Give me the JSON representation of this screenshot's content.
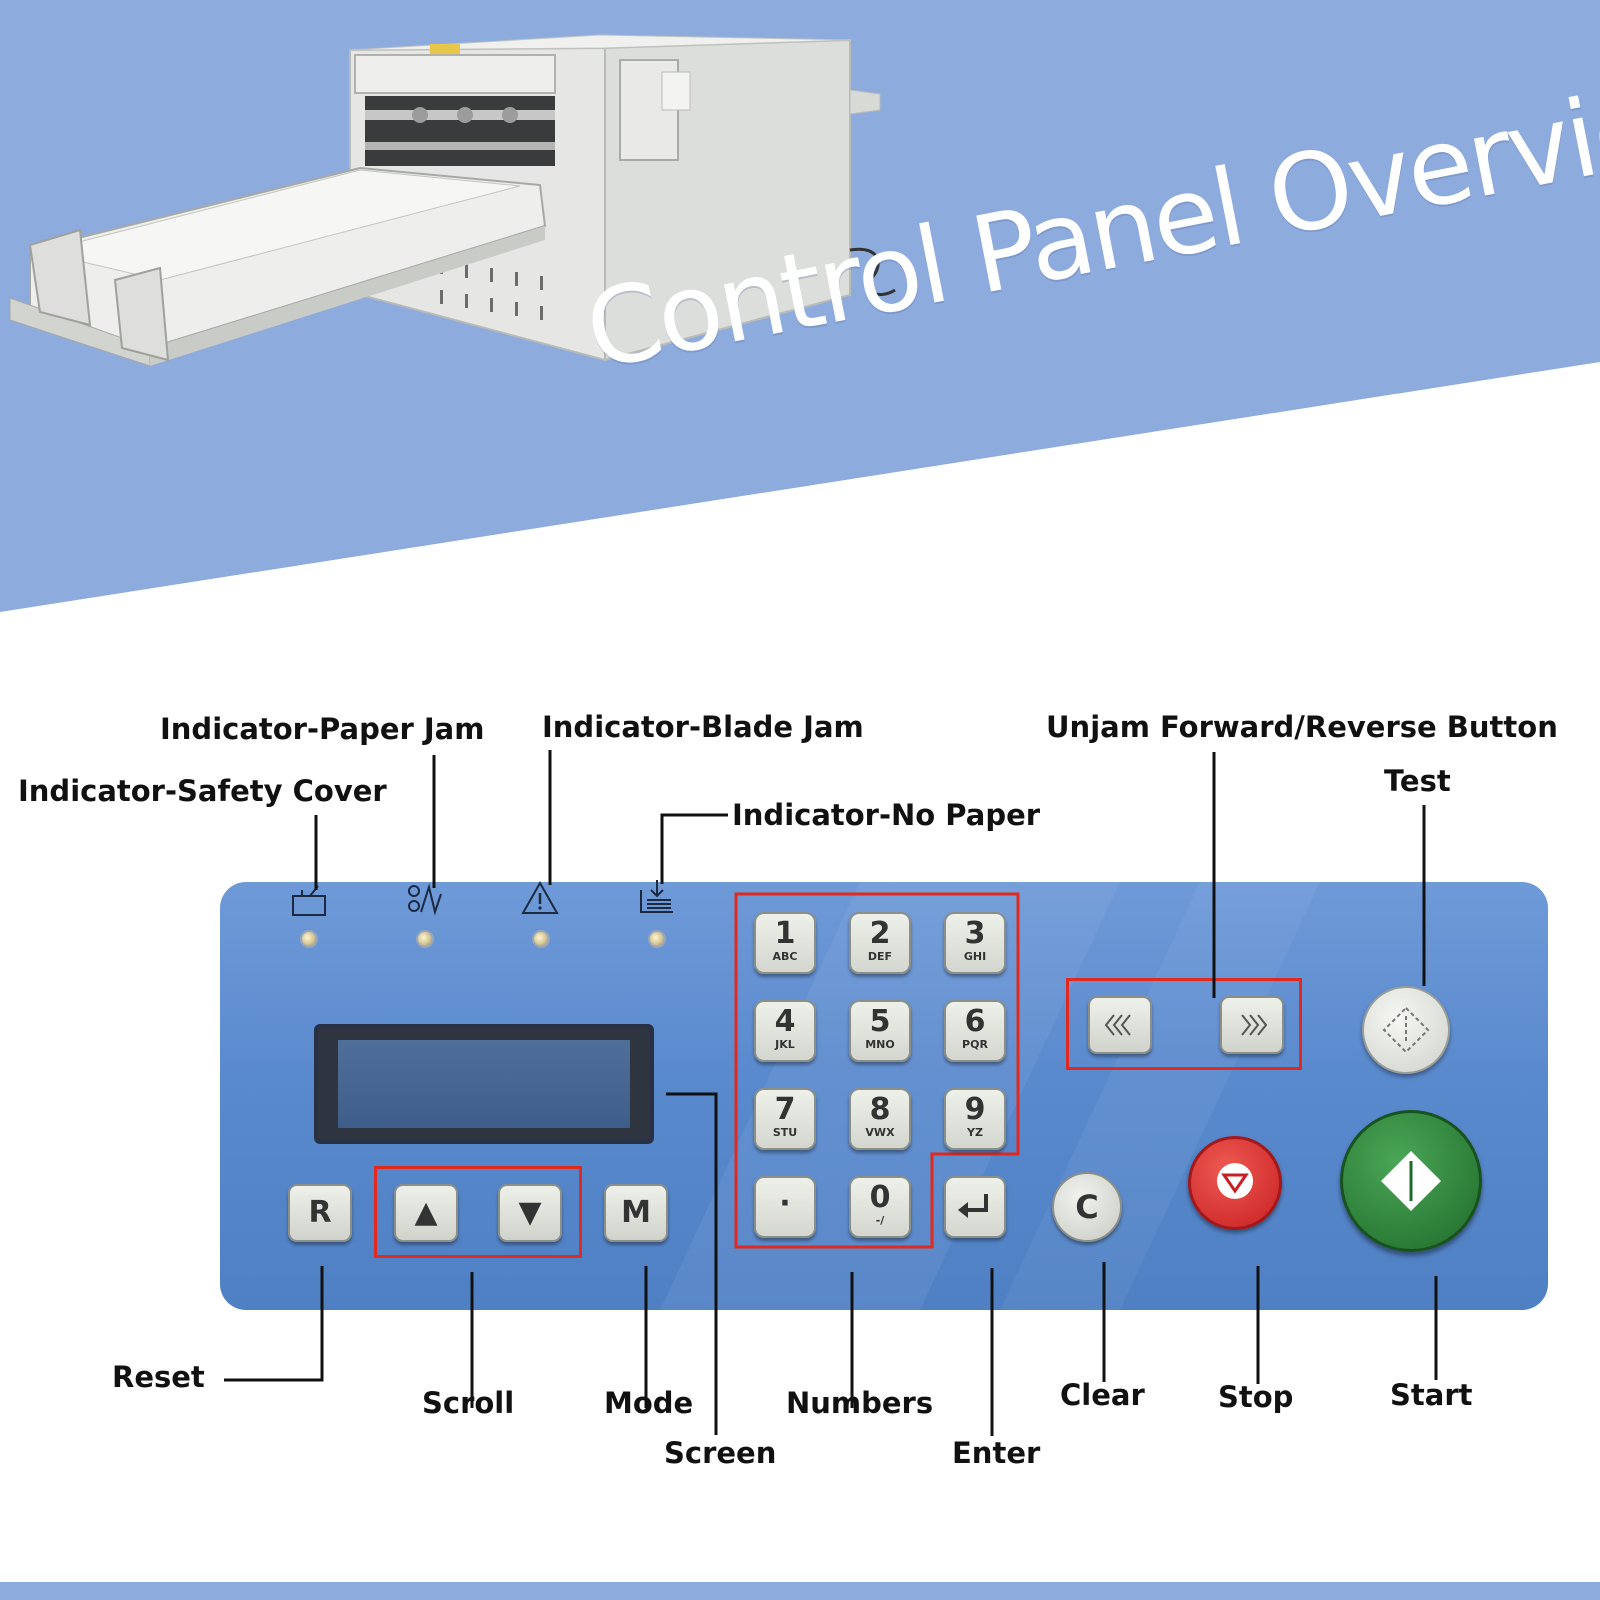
{
  "banner": {
    "title": "Control Panel Overview",
    "colors": {
      "sky": "#8eabde",
      "title": "#ffffff"
    }
  },
  "panel": {
    "colors": {
      "panel": "#5b8bcf",
      "highlight_box": "#e02a1f",
      "stop": "#d9262a",
      "start": "#2f8a3a"
    },
    "indicator_icons": [
      "safety-cover-icon",
      "paper-jam-icon",
      "warning-triangle-icon",
      "no-paper-icon"
    ],
    "keypad": [
      {
        "digit": "1",
        "sub": "ABC"
      },
      {
        "digit": "2",
        "sub": "DEF"
      },
      {
        "digit": "3",
        "sub": "GHI"
      },
      {
        "digit": "4",
        "sub": "JKL"
      },
      {
        "digit": "5",
        "sub": "MNO"
      },
      {
        "digit": "6",
        "sub": "PQR"
      },
      {
        "digit": "7",
        "sub": "STU"
      },
      {
        "digit": "8",
        "sub": "VWX"
      },
      {
        "digit": "9",
        "sub": "YZ"
      }
    ],
    "dot_key": "·",
    "zero_key": {
      "digit": "0",
      "sub": "-/"
    },
    "reset_key": "R",
    "mode_key": "M",
    "clear_key": "C",
    "up_key": "▲",
    "down_key": "▼"
  },
  "labels": {
    "paper_jam": "Indicator-Paper Jam",
    "blade_jam": "Indicator-Blade Jam",
    "unjam": "Unjam Forward/Reverse Button",
    "safety_cover": "Indicator-Safety Cover",
    "test": "Test",
    "no_paper": "Indicator-No Paper",
    "reset": "Reset",
    "scroll": "Scroll",
    "mode": "Mode",
    "numbers": "Numbers",
    "clear": "Clear",
    "stop": "Stop",
    "start": "Start",
    "screen": "Screen",
    "enter": "Enter"
  }
}
